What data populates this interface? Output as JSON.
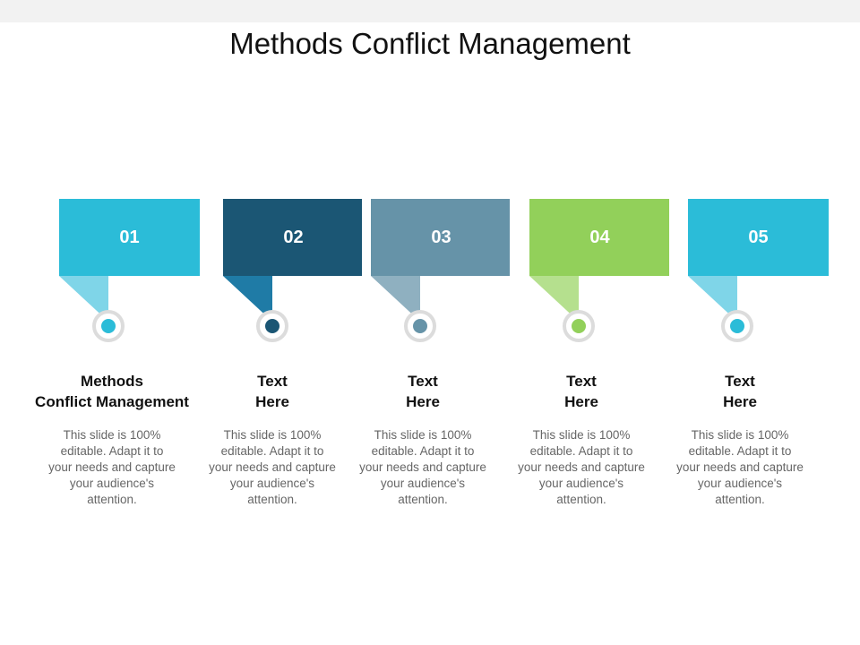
{
  "title": "Methods Conflict Management",
  "steps": [
    {
      "number": "01",
      "heading_line1": "Methods",
      "heading_line2": "Conflict Management",
      "description": "This slide is 100% editable. Adapt it to your needs and capture your audience's attention.",
      "color": "#2bbcd8",
      "tail_color": "#7fd5e8",
      "dot_color": "#2bbcd8"
    },
    {
      "number": "02",
      "heading_line1": "Text",
      "heading_line2": "Here",
      "description": "This slide is 100% editable. Adapt it to your needs and capture your audience's attention.",
      "color": "#1b5674",
      "tail_color": "#1f7ba6",
      "dot_color": "#1b5674"
    },
    {
      "number": "03",
      "heading_line1": "Text",
      "heading_line2": "Here",
      "description": "This slide is 100% editable. Adapt it to your needs and capture your audience's attention.",
      "color": "#6693a8",
      "tail_color": "#8fb0c0",
      "dot_color": "#6693a8"
    },
    {
      "number": "04",
      "heading_line1": "Text",
      "heading_line2": "Here",
      "description": "This slide is 100% editable. Adapt it to your needs and capture your audience's attention.",
      "color": "#92d05a",
      "tail_color": "#b5e08e",
      "dot_color": "#92d05a"
    },
    {
      "number": "05",
      "heading_line1": "Text",
      "heading_line2": "Here",
      "description": "This slide is 100% editable. Adapt it to your needs and capture your audience's attention.",
      "color": "#2bbcd8",
      "tail_color": "#7fd5e8",
      "dot_color": "#2bbcd8"
    }
  ]
}
